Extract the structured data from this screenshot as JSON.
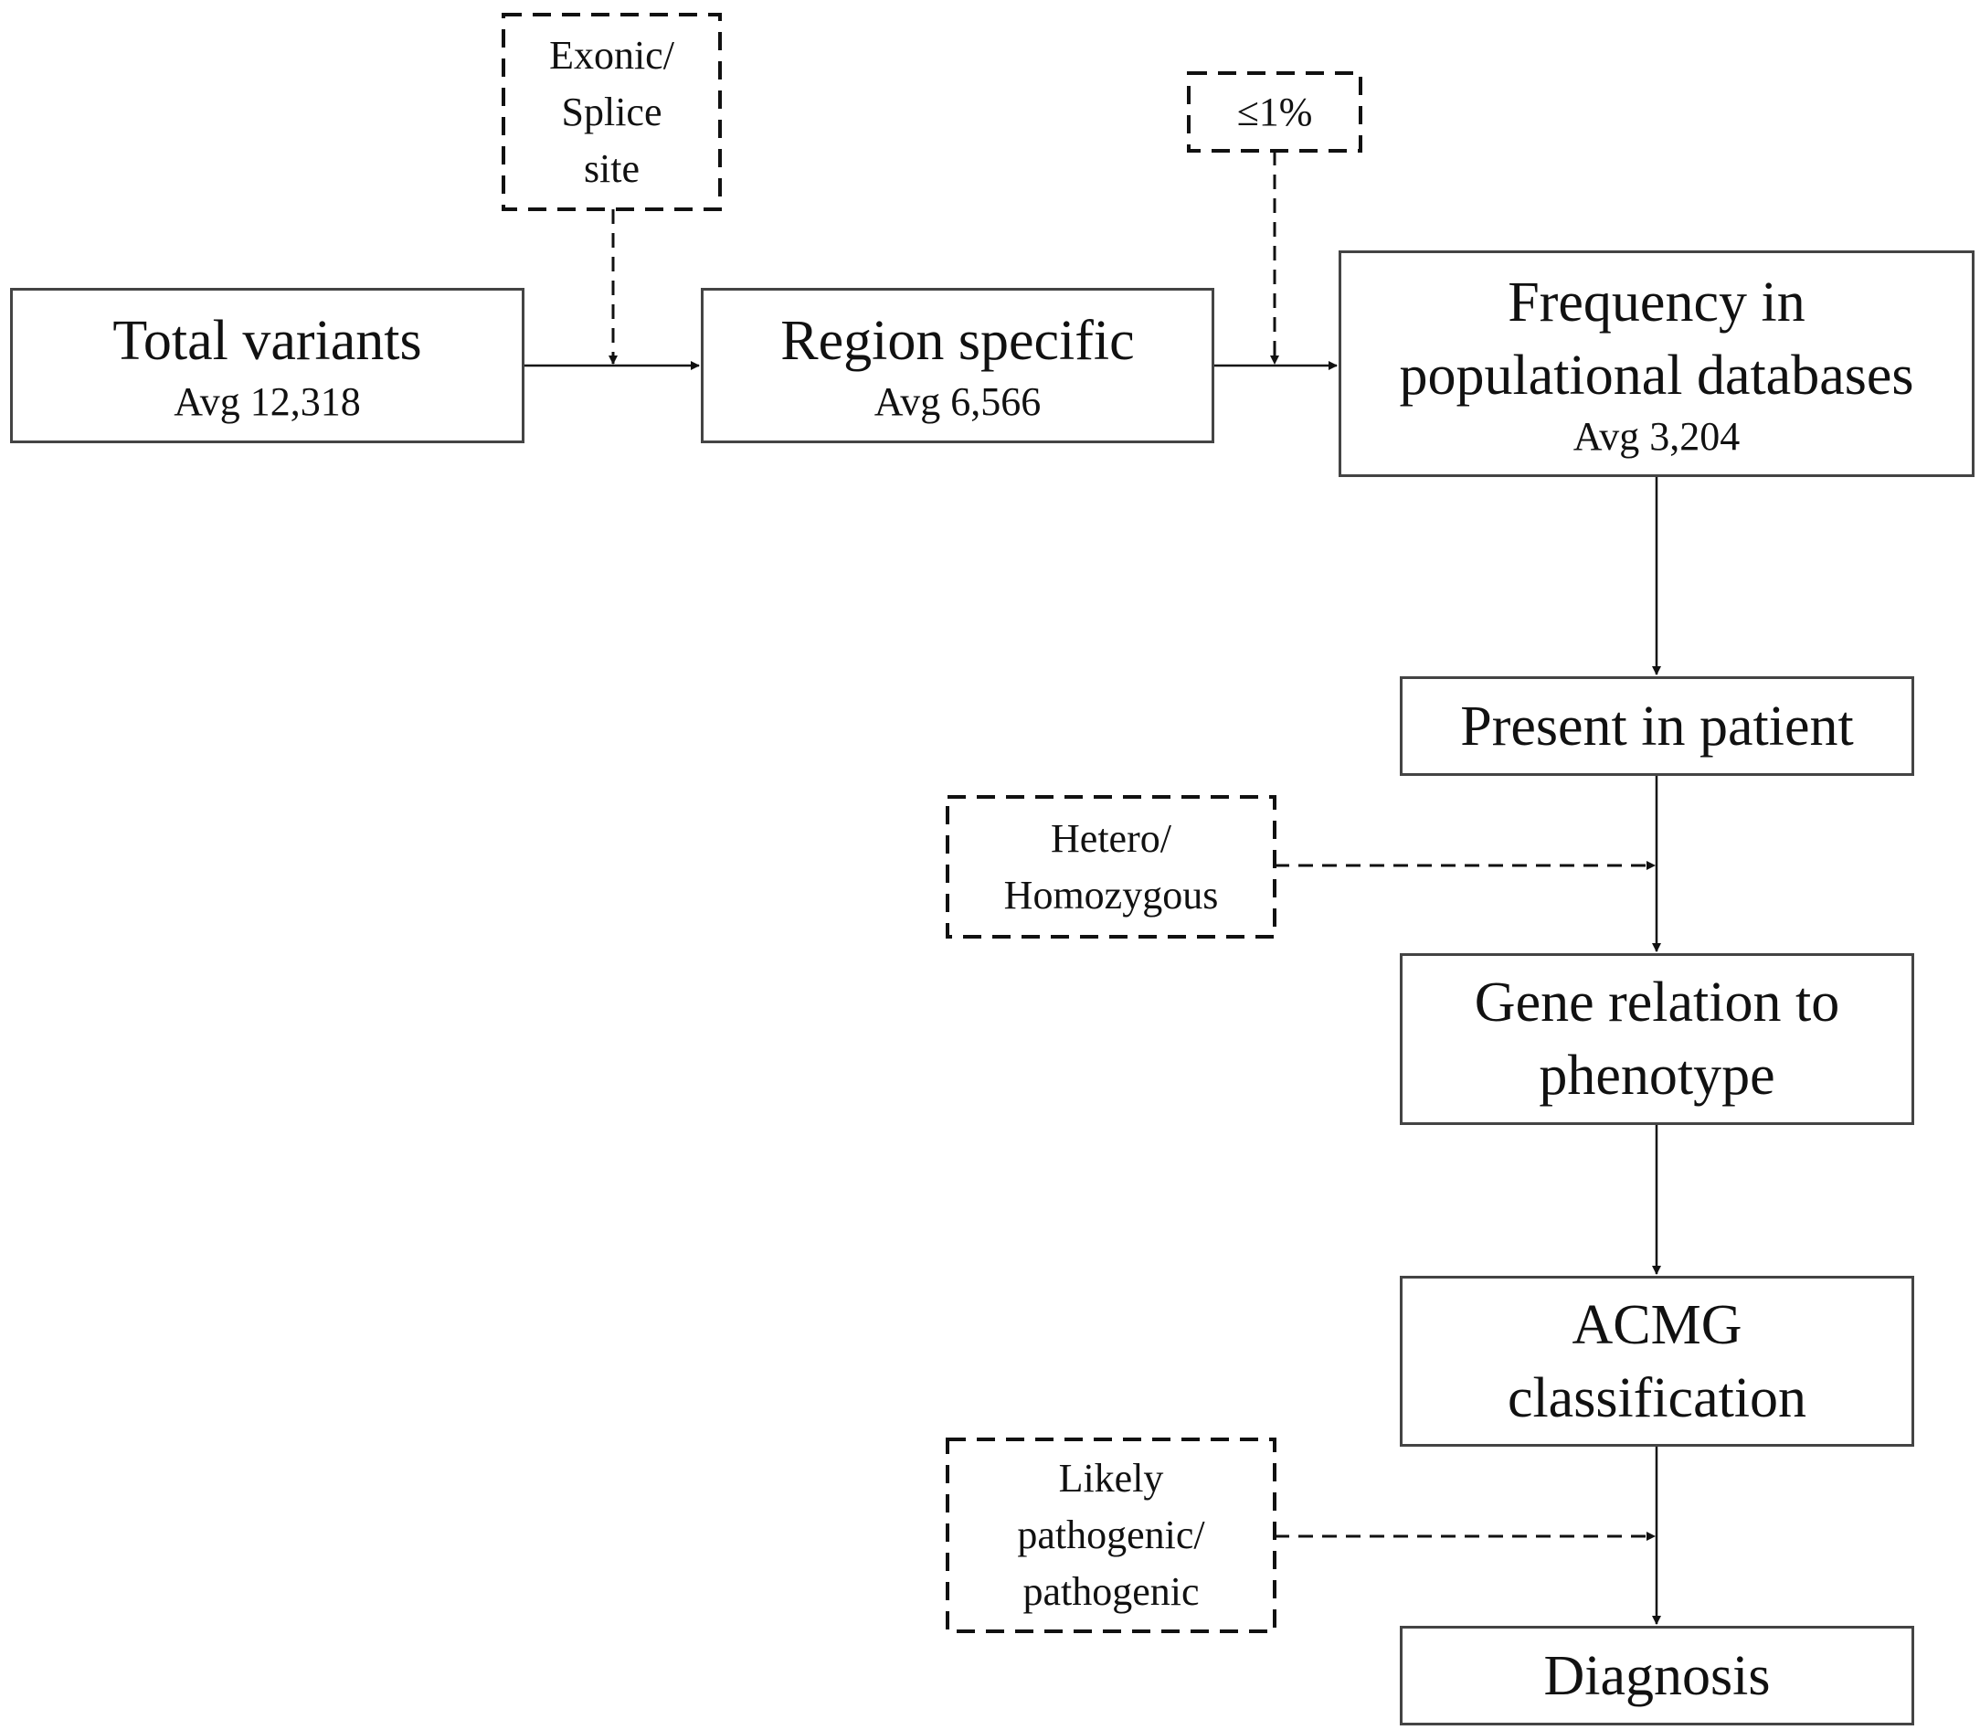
{
  "nodes": {
    "total": {
      "title": "Total variants",
      "subtitle": "Avg 12,318"
    },
    "region": {
      "title": "Region specific",
      "subtitle": "Avg 6,566"
    },
    "frequency": {
      "title_line1": "Frequency in",
      "title_line2": "populational databases",
      "subtitle": "Avg 3,204"
    },
    "present": {
      "title": "Present in patient"
    },
    "gene": {
      "title_line1": "Gene relation to",
      "title_line2": "phenotype"
    },
    "acmg": {
      "title_line1": "ACMG",
      "title_line2": "classification"
    },
    "diagnosis": {
      "title": "Diagnosis"
    }
  },
  "filters": {
    "exonic": {
      "line1": "Exonic/",
      "line2": "Splice",
      "line3": "site"
    },
    "frequency_threshold": {
      "label": "≤1%"
    },
    "zygosity": {
      "line1": "Hetero/",
      "line2": "Homozygous"
    },
    "pathogenicity": {
      "line1": "Likely",
      "line2": "pathogenic/",
      "line3": "pathogenic"
    }
  },
  "colors": {
    "line": "#111111",
    "border": "#444444"
  }
}
